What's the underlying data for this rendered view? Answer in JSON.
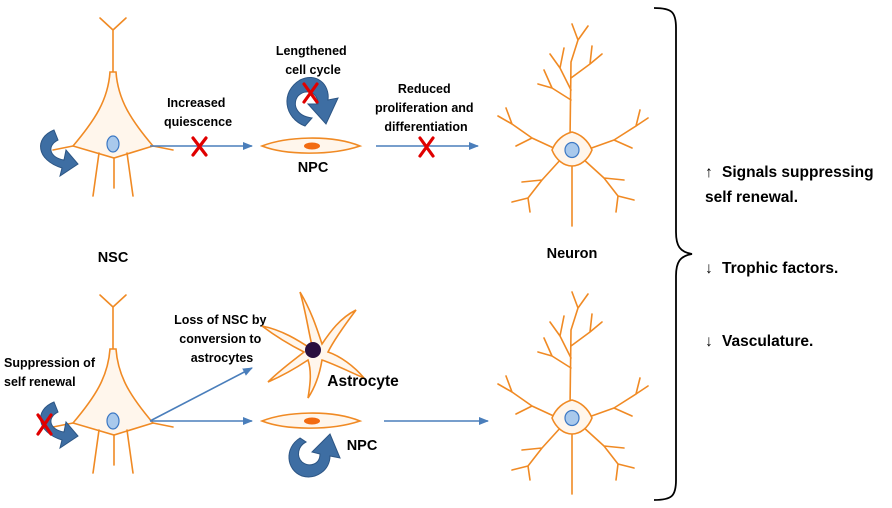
{
  "labels": {
    "nsc": "NSC",
    "neuron": "Neuron",
    "npc_top": "NPC",
    "npc_bottom": "NPC",
    "astrocyte": "Astrocyte",
    "increased_quiescence": [
      "Increased",
      "quiescence"
    ],
    "lengthened_cell_cycle": [
      "Lengthened",
      "cell cycle"
    ],
    "reduced_proliferation": [
      "Reduced",
      "proliferation and",
      "differentiation"
    ],
    "suppression_self_renewal": [
      "Suppression of",
      "self renewal"
    ],
    "loss_of_nsc": [
      "Loss of NSC by",
      "conversion to",
      "astrocytes"
    ]
  },
  "side_factors": [
    {
      "symbol": "↑",
      "lines": [
        "Signals suppressing",
        "self renewal."
      ]
    },
    {
      "symbol": "↓",
      "lines": [
        "Trophic factors."
      ]
    },
    {
      "symbol": "↓",
      "lines": [
        "Vasculature."
      ]
    }
  ],
  "colors": {
    "cell_outline": "#f08a24",
    "nucleus": "#a9c9ec",
    "arrow": "#4a7ebb",
    "curved_arrow": "#3e6ea3",
    "cross": "#e00000",
    "astrocyte_nucleus": "#2a0f3f"
  }
}
